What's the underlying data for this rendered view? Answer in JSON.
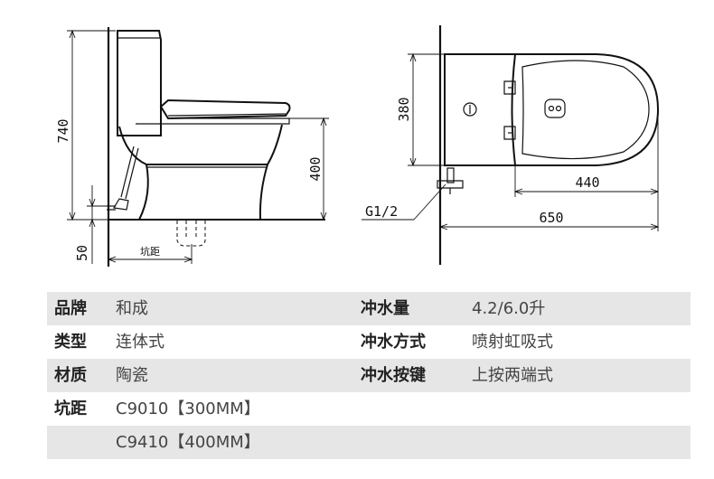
{
  "drawing": {
    "side_view": {
      "height_total": "740",
      "height_seat": "400",
      "offset_bottom": "50",
      "rough_in_label": "坑距"
    },
    "top_view": {
      "tank_depth": "380",
      "bowl_length": "440",
      "total_length": "650",
      "inlet_thread": "G1/2"
    }
  },
  "specs": {
    "rows": [
      {
        "label1": "品牌",
        "value1": "和成",
        "label2": "冲水量",
        "value2": "4.2/6.0升",
        "shaded": true
      },
      {
        "label1": "类型",
        "value1": "连体式",
        "label2": "冲水方式",
        "value2": "喷射虹吸式",
        "shaded": false
      },
      {
        "label1": "材质",
        "value1": "陶瓷",
        "label2": "冲水按键",
        "value2": "上按两端式",
        "shaded": true
      },
      {
        "label1": "坑距",
        "value1": "C9010【300MM】",
        "label2": "",
        "value2": "",
        "shaded": false
      },
      {
        "label1": "",
        "value1": "C9410【400MM】",
        "label2": "",
        "value2": "",
        "shaded": true
      }
    ]
  }
}
